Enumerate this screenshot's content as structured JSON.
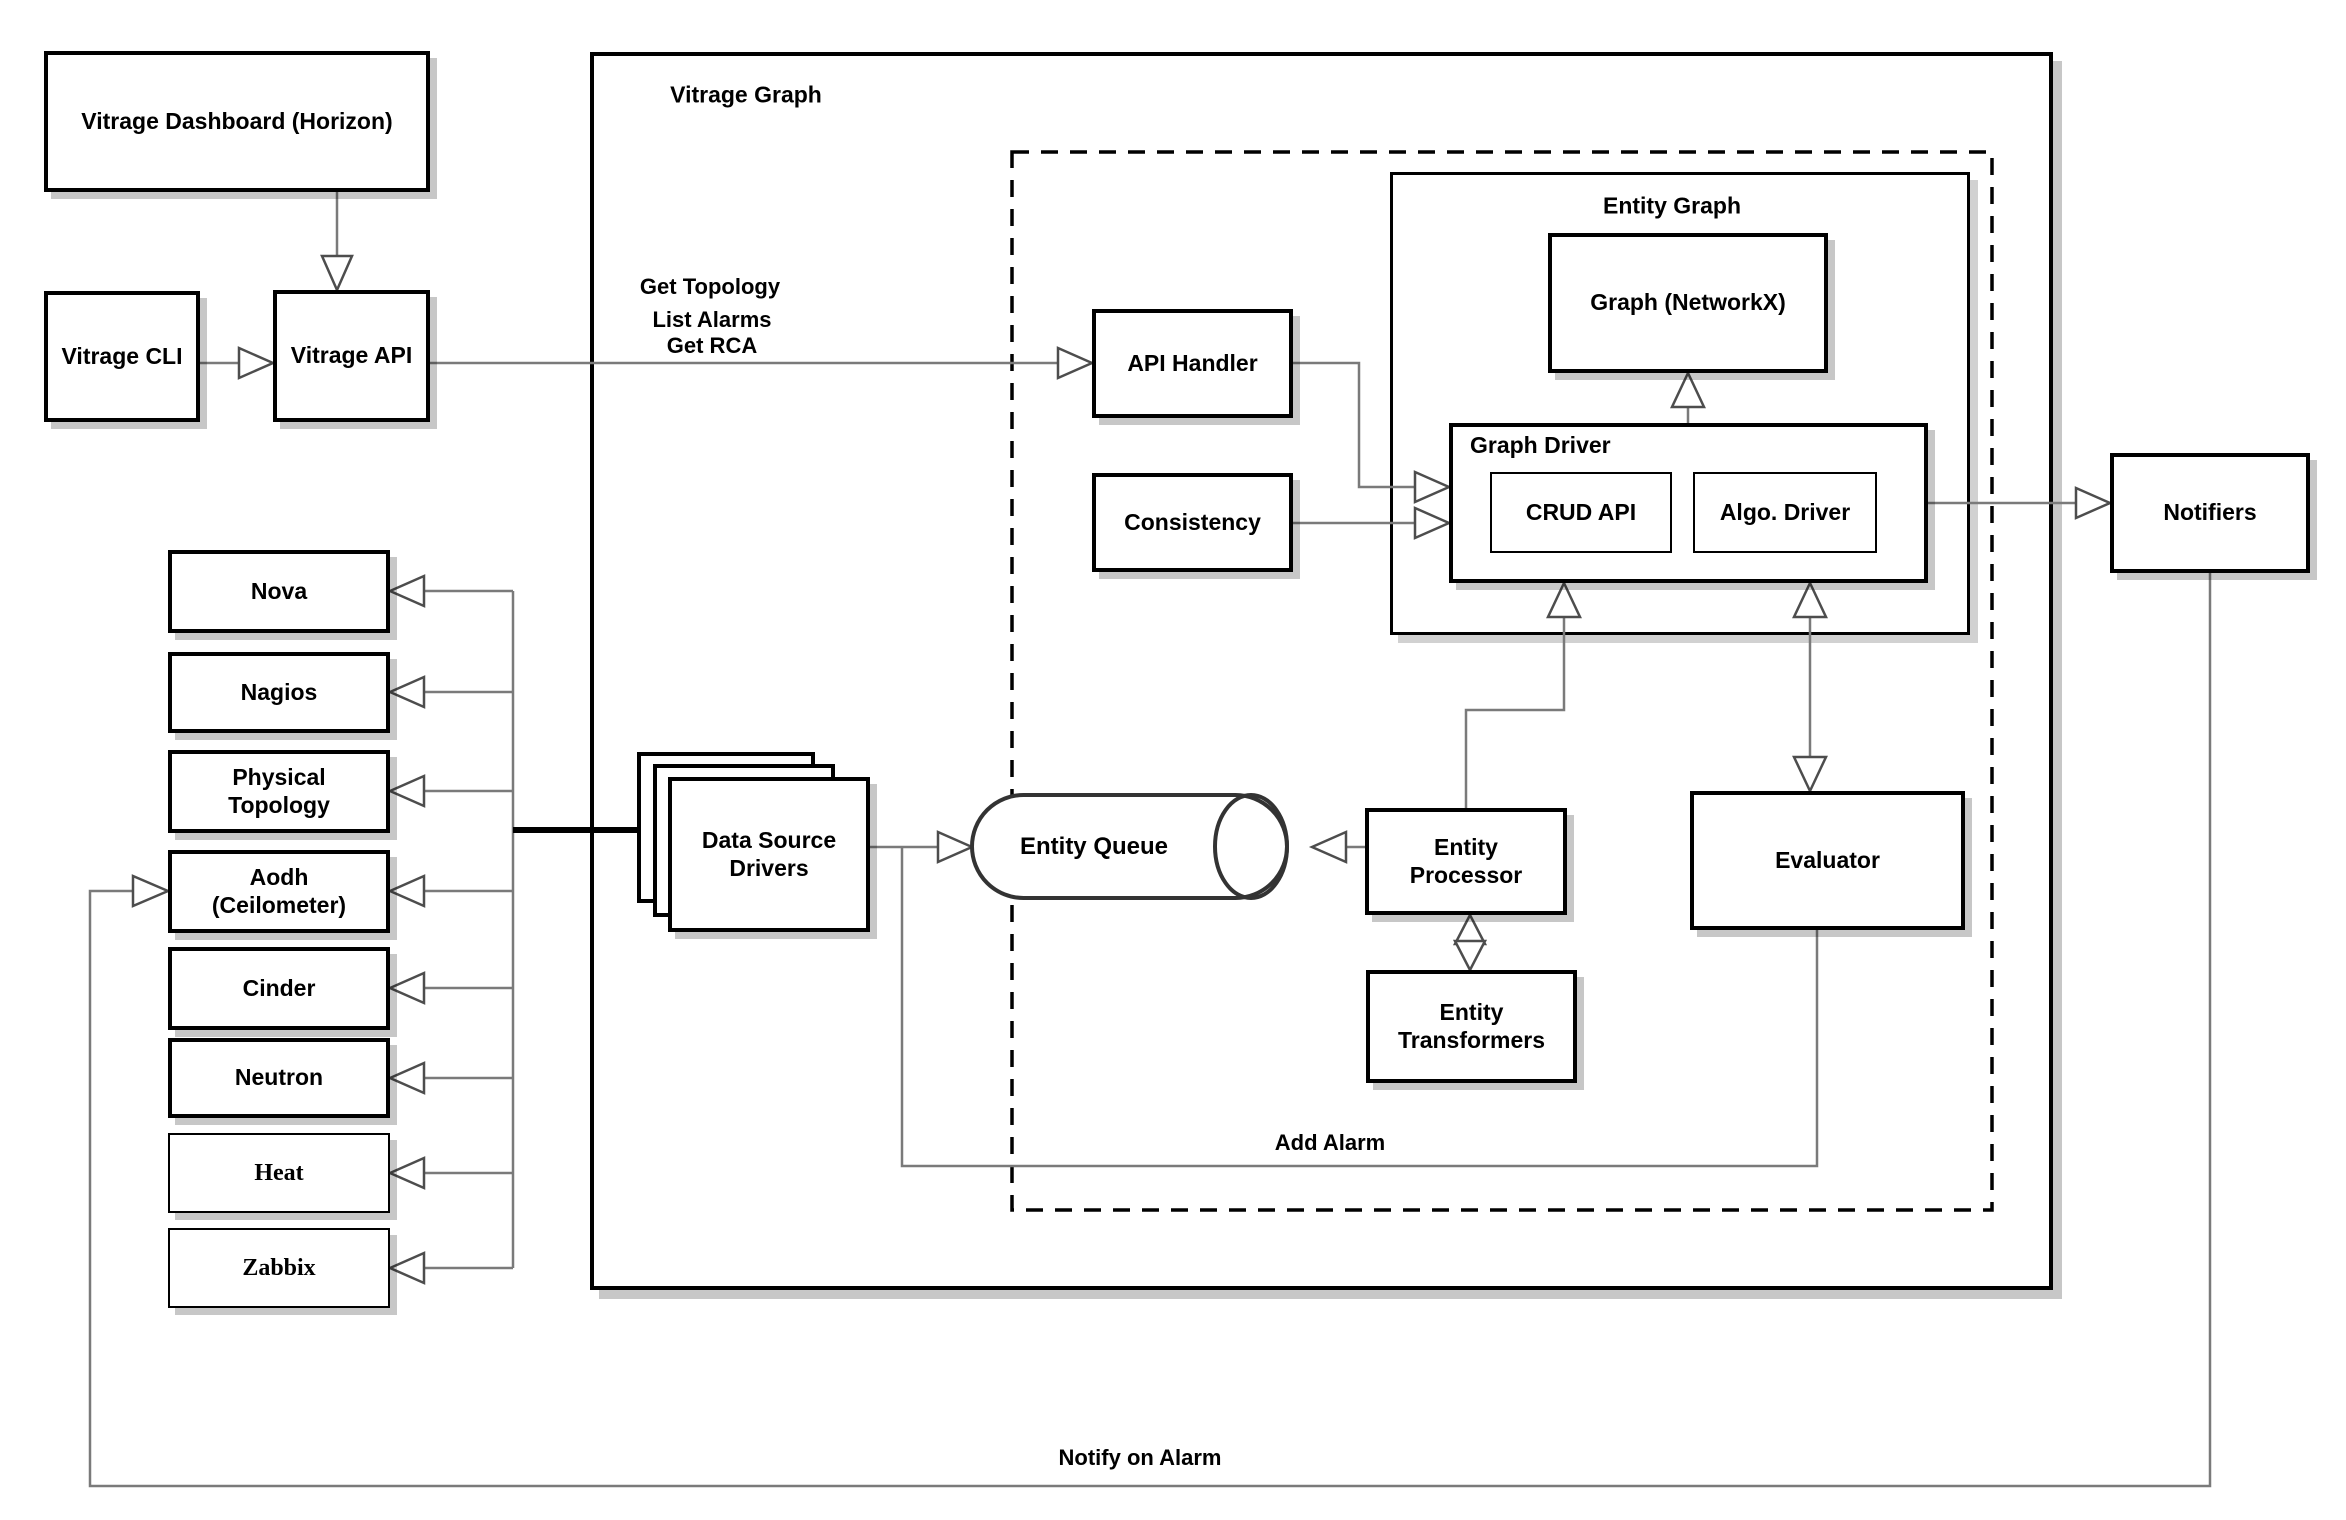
{
  "containers": {
    "vitrage_graph": "Vitrage Graph",
    "entity_graph": "Entity Graph",
    "graph_driver": "Graph Driver"
  },
  "nodes": {
    "vitrage_dashboard": "Vitrage Dashboard (Horizon)",
    "vitrage_cli": "Vitrage CLI",
    "vitrage_api": "Vitrage API",
    "api_handler": "API Handler",
    "consistency": "Consistency",
    "graph_networkx": "Graph (NetworkX)",
    "crud_api": "CRUD API",
    "algo_driver": "Algo. Driver",
    "entity_queue": "Entity Queue",
    "data_source_drivers": "Data Source\nDrivers",
    "entity_processor": "Entity\nProcessor",
    "entity_transformers": "Entity\nTransformers",
    "evaluator": "Evaluator",
    "notifiers": "Notifiers"
  },
  "data_sources": [
    {
      "label": "Nova"
    },
    {
      "label": "Nagios"
    },
    {
      "label": "Physical\nTopology"
    },
    {
      "label": "Aodh\n(Ceilometer)"
    },
    {
      "label": "Cinder"
    },
    {
      "label": "Neutron"
    },
    {
      "label": "Heat"
    },
    {
      "label": "Zabbix"
    }
  ],
  "edge_labels": {
    "get_topology": "Get Topology",
    "list_alarms": "List Alarms",
    "get_rca": "Get RCA",
    "add_alarm": "Add Alarm",
    "notify_on_alarm": "Notify on Alarm"
  },
  "colors": {
    "line": "#7a7a7a",
    "arrow_stroke": "#4d4d4d",
    "border": "#000000",
    "background": "#ffffff"
  }
}
